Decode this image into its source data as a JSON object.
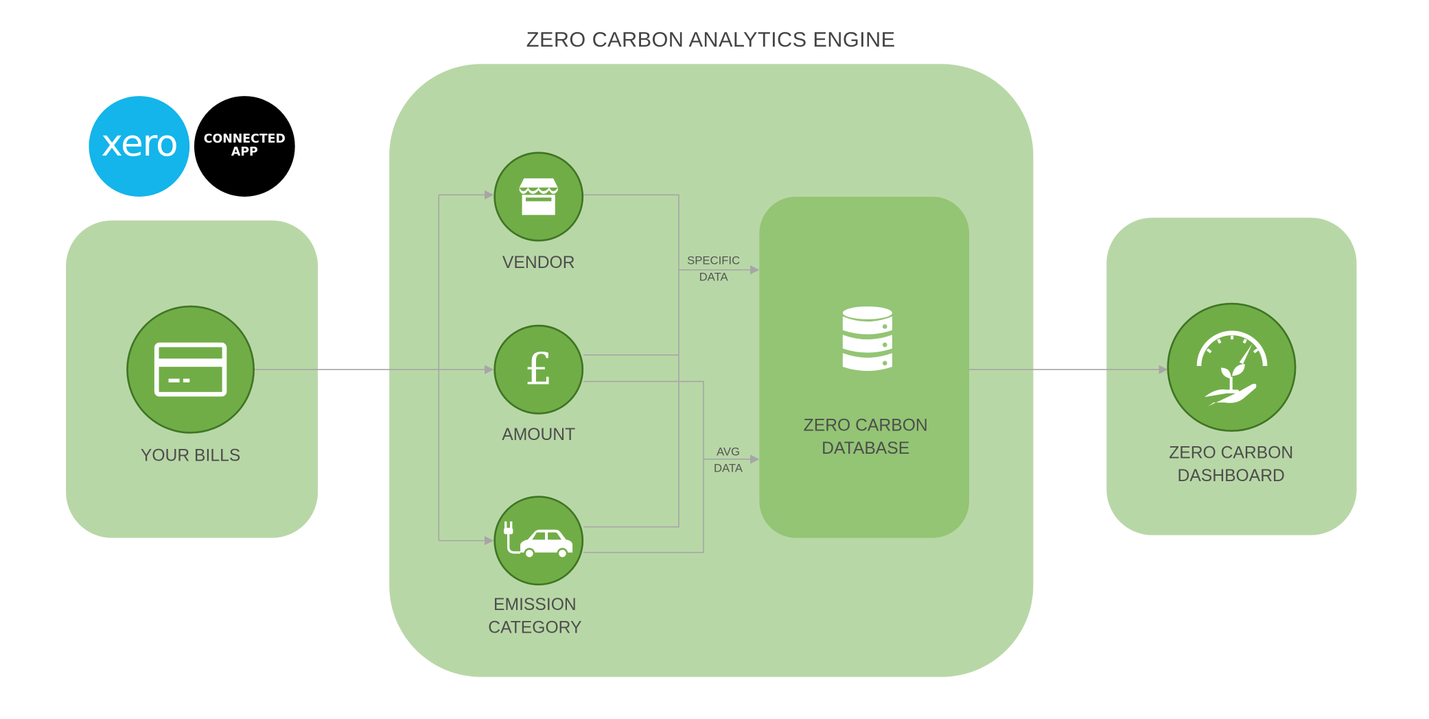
{
  "title": "ZERO CARBON ANALYTICS ENGINE",
  "badges": {
    "xero": "xero",
    "connected_line1": "CONNECTED",
    "connected_line2": "APP"
  },
  "nodes": {
    "bills": "YOUR BILLS",
    "vendor": "VENDOR",
    "amount": "AMOUNT",
    "amount_symbol": "£",
    "emission": "EMISSION\nCATEGORY",
    "database": "ZERO CARBON\nDATABASE",
    "dashboard": "ZERO CARBON\nDASHBOARD"
  },
  "edge_labels": {
    "specific_line1": "SPECIFIC",
    "specific_line2": "DATA",
    "avg_line1": "AVG",
    "avg_line2": "DATA"
  },
  "colors": {
    "panel": "#b8d7a6",
    "db_panel": "#93c574",
    "node_fill": "#71ad47",
    "node_border": "#3f7524",
    "xero_blue": "#13b5ea",
    "connector": "#a6a6a6"
  },
  "icons": {
    "bills": "credit-card-icon",
    "vendor": "storefront-icon",
    "amount": "pound-sign-icon",
    "emission": "electric-car-icon",
    "database": "database-icon",
    "dashboard": "speedometer-plant-icon"
  }
}
